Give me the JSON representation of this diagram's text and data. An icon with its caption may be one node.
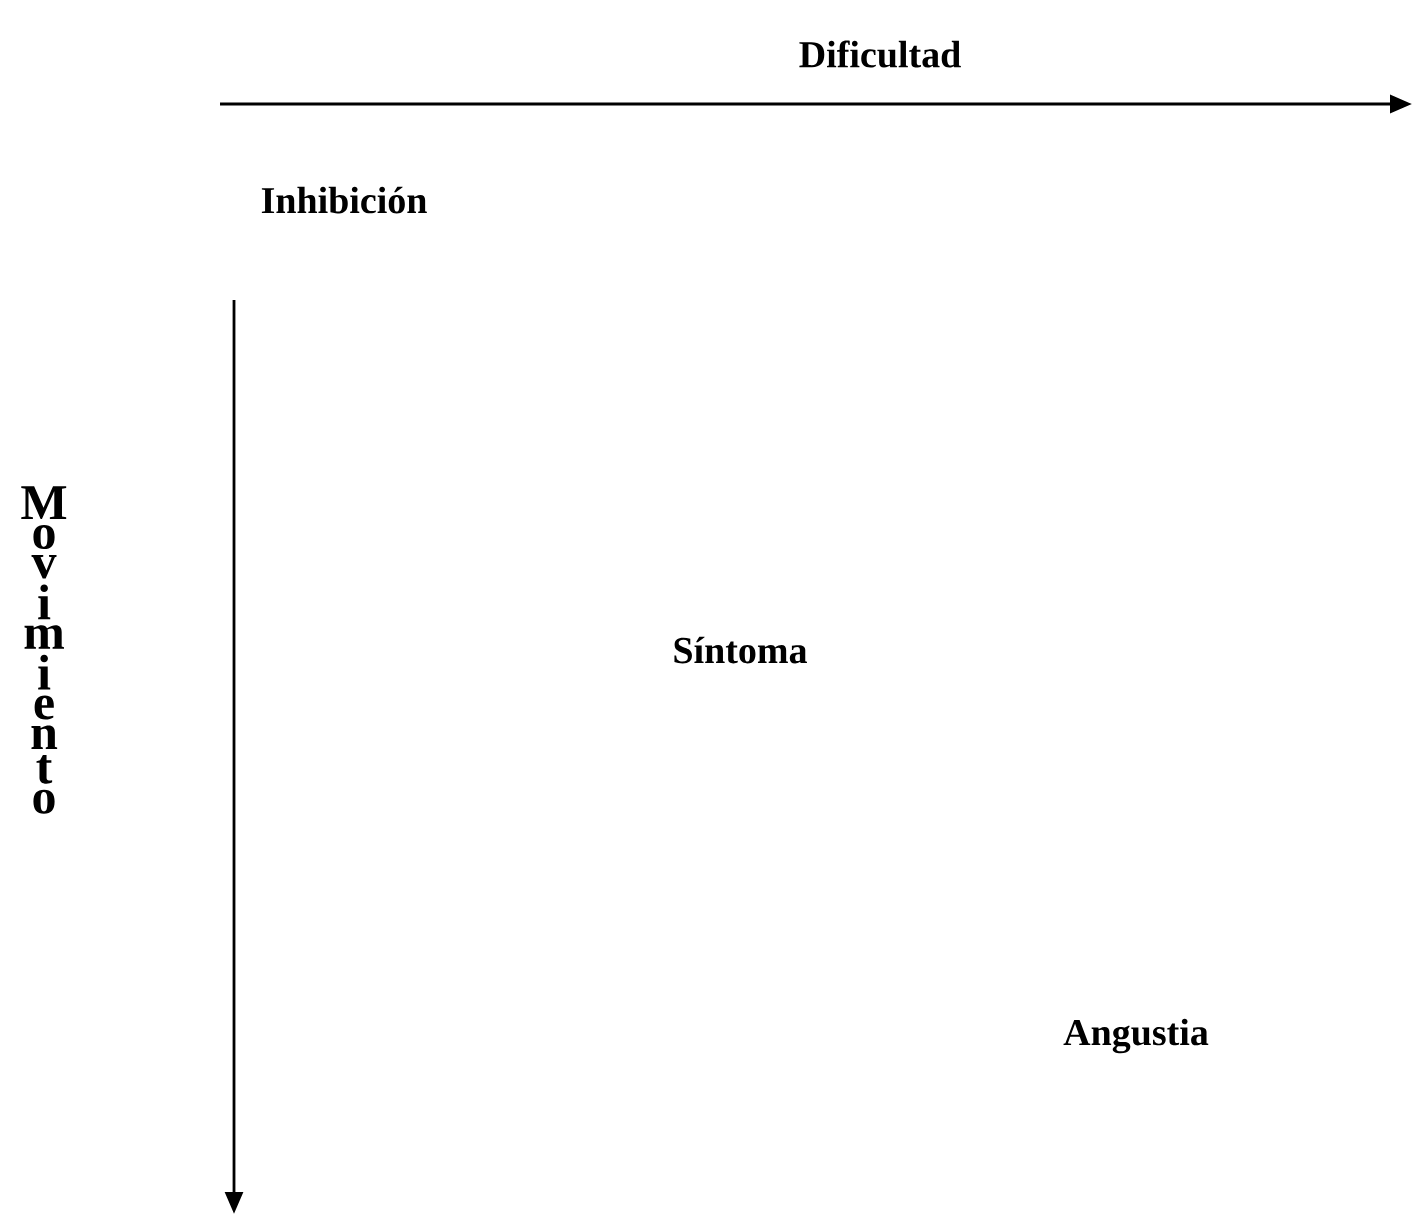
{
  "diagram": {
    "labels": [
      "Dificultad",
      "Movimiento",
      "Inhibición",
      "Síntoma",
      "Angustia"
    ]
  }
}
